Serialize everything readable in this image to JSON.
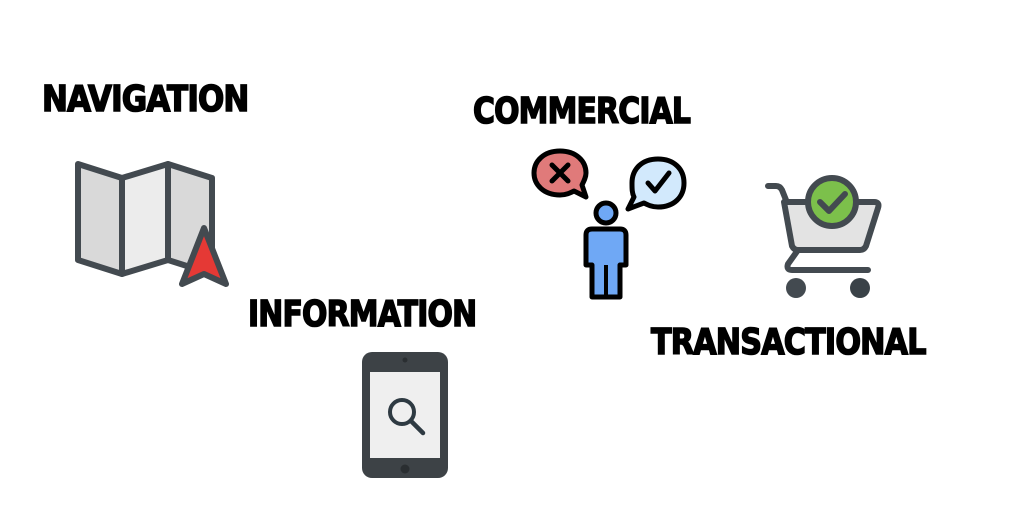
{
  "categories": [
    {
      "id": "navigation",
      "label": "Navigation",
      "icon": "folded-map-with-pointer-icon",
      "colors": {
        "map_fill": "#e3e3e3",
        "map_stroke": "#434a50",
        "pointer": "#e53935"
      }
    },
    {
      "id": "commercial",
      "label": "Commercial",
      "icon": "person-with-speech-bubbles-icon",
      "colors": {
        "reject_bubble": "#e57373",
        "approve_bubble": "#cfe8fc",
        "person": "#6fa8f5",
        "outline": "#000000"
      }
    },
    {
      "id": "information",
      "label": "Information",
      "icon": "smartphone-search-icon",
      "colors": {
        "body": "#3d4246",
        "screen": "#efefef",
        "magnifier": "#2e3a42"
      }
    },
    {
      "id": "transactional",
      "label": "Transactional",
      "icon": "shopping-cart-check-icon",
      "colors": {
        "cart_stroke": "#434a50",
        "basket_fill": "#e3e3e3",
        "check_badge": "#7cc04b"
      }
    }
  ]
}
